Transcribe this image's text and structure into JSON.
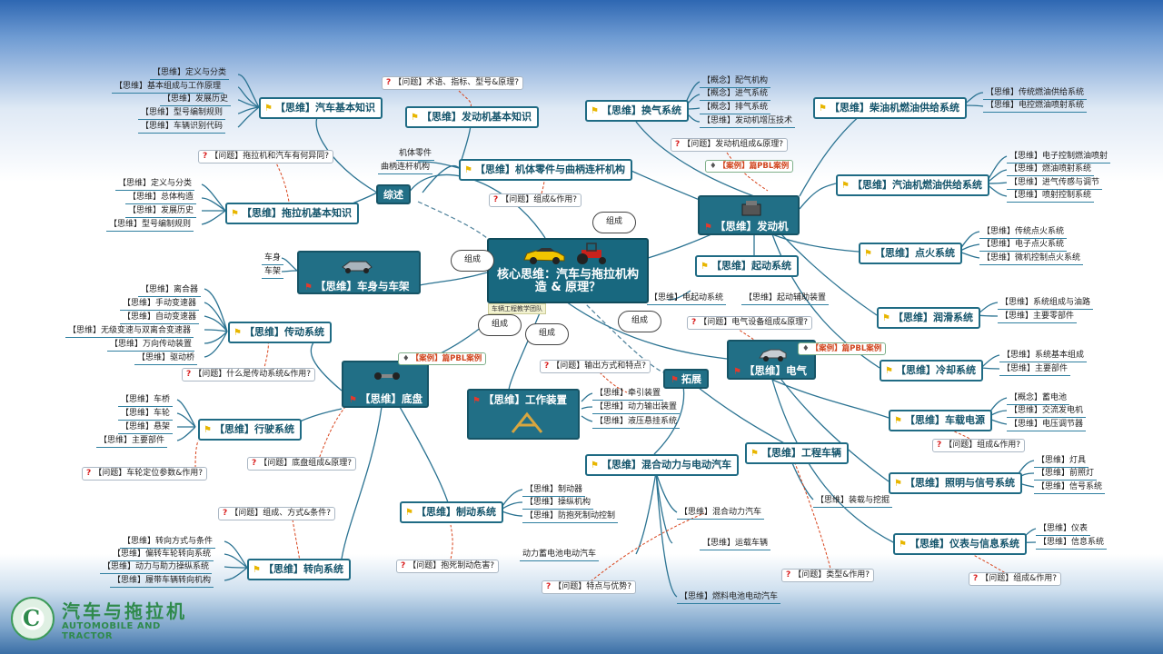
{
  "center": {
    "title": "核心思维：汽车与拖拉机构造 & 原理？",
    "tag": "车辆工程教学团队"
  },
  "clouds": [
    "组成",
    "组成",
    "组成",
    "组成",
    "组成"
  ],
  "nodes": {
    "qiche_basic": "【思维】汽车基本知识",
    "fadongji_basic": "【思维】发动机基本知识",
    "huanqi": "【思维】换气系统",
    "chaiyou": "【思维】柴油机燃油供给系统",
    "jiti": "【思维】机体零件与曲柄连杆机构",
    "zongshu": "综述",
    "tuolaji_basic": "【思维】拖拉机基本知识",
    "chesheng": "【思维】车身与车架",
    "fadongji": "【思维】发动机",
    "qiyou": "【思维】汽油机燃油供给系统",
    "dianhuo": "【思维】点火系统",
    "qidong": "【思维】起动系统",
    "runhua": "【思维】润滑系统",
    "lengque": "【思维】冷却系统",
    "chuandong": "【思维】传动系统",
    "dipan": "【思维】底盘",
    "gongzuo": "【思维】工作装置",
    "tuozhan": "拓展",
    "dianqi": "【思维】电气",
    "chezai": "【思维】车载电源",
    "xingshi": "【思维】行驶系统",
    "hunhe": "【思维】混合动力与电动汽车",
    "gongcheng": "【思维】工程车辆",
    "zhaoming": "【思维】照明与信号系统",
    "zhidong": "【思维】制动系统",
    "zhuanxiang": "【思维】转向系统",
    "yibiao": "【思维】仪表与信息系统"
  },
  "leaves": {
    "qiche": [
      "【思维】定义与分类",
      "【思维】基本组成与工作原理",
      "【思维】发展历史",
      "【思维】型号编制规则",
      "【思维】车辆识别代码"
    ],
    "tuolaji": [
      "【思维】定义与分类",
      "【思维】总体构造",
      "【思维】发展历史",
      "【思维】型号编制规则"
    ],
    "huanqi": [
      "【概念】配气机构",
      "【概念】进气系统",
      "【概念】排气系统",
      "【思维】发动机增压技术"
    ],
    "chaiyou": [
      "【思维】传统燃油供给系统",
      "【思维】电控燃油喷射系统"
    ],
    "qiyou": [
      "【思维】电子控制燃油喷射",
      "【思维】燃油喷射系统",
      "【思维】进气传感与调节",
      "【思维】喷射控制系统"
    ],
    "dianhuo": [
      "【思维】传统点火系统",
      "【思维】电子点火系统",
      "【思维】微机控制点火系统"
    ],
    "qidong": [
      "【思维】电起动系统",
      "【思维】起动辅助装置"
    ],
    "runhua": [
      "【思维】系统组成与油路",
      "【思维】主要零部件"
    ],
    "lengque": [
      "【思维】系统基本组成",
      "【思维】主要部件"
    ],
    "jiti": [
      "机体零件",
      "曲柄连杆机构"
    ],
    "chesheng": [
      "车身",
      "车架"
    ],
    "chuandong": [
      "【思维】离合器",
      "【思维】手动变速器",
      "【思维】自动变速器",
      "【思维】无级变速与双离合变速器",
      "【思维】万向传动装置",
      "【思维】驱动桥"
    ],
    "xingshi": [
      "【思维】车桥",
      "【思维】车轮",
      "【思维】悬架",
      "【思维】主要部件"
    ],
    "gongzuo": [
      "【思维】牵引装置",
      "【思维】动力输出装置",
      "【思维】液压悬挂系统"
    ],
    "chezai": [
      "【概念】蓄电池",
      "【思维】交流发电机",
      "【思维】电压调节器"
    ],
    "zhaoming": [
      "【思维】灯具",
      "【思维】前照灯",
      "【思维】信号系统"
    ],
    "yibiao": [
      "【思维】仪表",
      "【思维】信息系统"
    ],
    "zhidong": [
      "【思维】制动器",
      "【思维】操纵机构",
      "【思维】防抱死制动控制"
    ],
    "zhuanxiang": [
      "【思维】转向方式与条件",
      "【思维】偏转车轮转向系统",
      "【思维】动力与助力操纵系统",
      "【思维】履带车辆转向机构"
    ],
    "hunhe": [
      "【思维】混合动力汽车",
      "【思维】运载车辆",
      "动力蓄电池电动汽车",
      "【思维】燃料电池电动汽车"
    ],
    "gongcheng": [
      "【思维】装载与挖掘"
    ]
  },
  "questions": {
    "q1": "【问题】术语、指标、型号&原理?",
    "q2": "【问题】拖拉机和汽车有何异同?",
    "q3": "【问题】组成&作用?",
    "q4": "【问题】发动机组成&原理?",
    "q5": "【问题】电气设备组成&原理?",
    "q6": "【问题】什么是传动系统&作用?",
    "q7": "【问题】输出方式和特点?",
    "q8": "【问题】组成&作用?",
    "q9": "【问题】底盘组成&原理?",
    "q10": "【问题】车轮定位参数&作用?",
    "q11": "【问题】组成、方式&条件?",
    "q12": "【问题】抱死制动危害?",
    "q13": "【问题】特点与优势?",
    "q14": "【问题】类型&作用?",
    "q15": "【问题】组成&作用?"
  },
  "cases": [
    "【案例】篇PBL案例",
    "【案例】篇PBL案例",
    "【案例】篇PBL案例"
  ],
  "brand": {
    "cn": "汽车与拖拉机",
    "en": "AUTOMOBILE AND TRACTOR"
  },
  "colors": {
    "primary": "#1f6b84",
    "flag": "#e8b600",
    "question": "#d81c1c",
    "link": "#2f7fa0"
  }
}
